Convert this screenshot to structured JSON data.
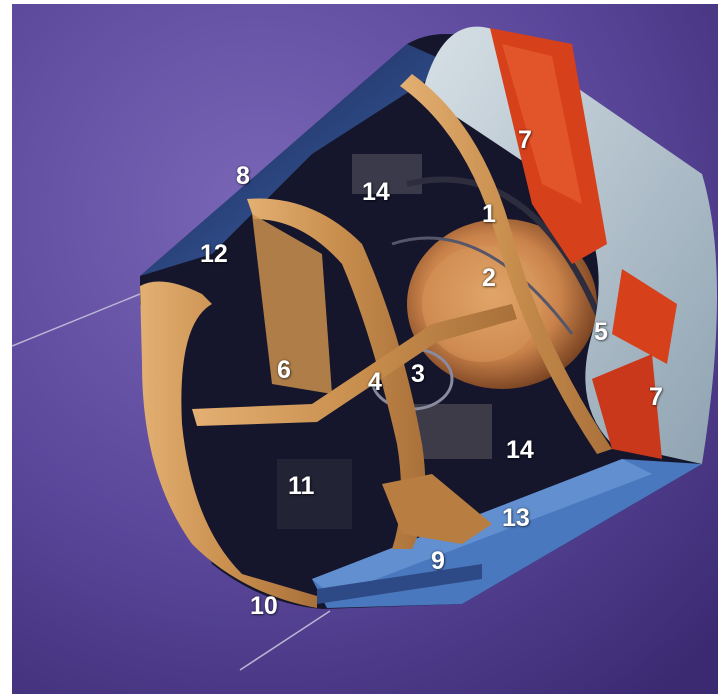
{
  "figure": {
    "subject": "satellite-cutaway",
    "callouts": {
      "c1": "1",
      "c2": "2",
      "c3": "3",
      "c4": "4",
      "c5": "5",
      "c6": "6",
      "c7a": "7",
      "c7b": "7",
      "c8": "8",
      "c9": "9",
      "c10": "10",
      "c11": "11",
      "c12": "12",
      "c13": "13",
      "c14a": "14",
      "c14b": "14"
    }
  },
  "colors": {
    "space_light": "#6d5aa8",
    "space_dark": "#3b2a72",
    "body_blue": "#3c63a6",
    "body_dark": "#131326",
    "solar_red": "#d6401a",
    "solar_grey": "#b9c6cf",
    "frame_gold": "#d39a52",
    "core_copper": "#c9824a"
  }
}
